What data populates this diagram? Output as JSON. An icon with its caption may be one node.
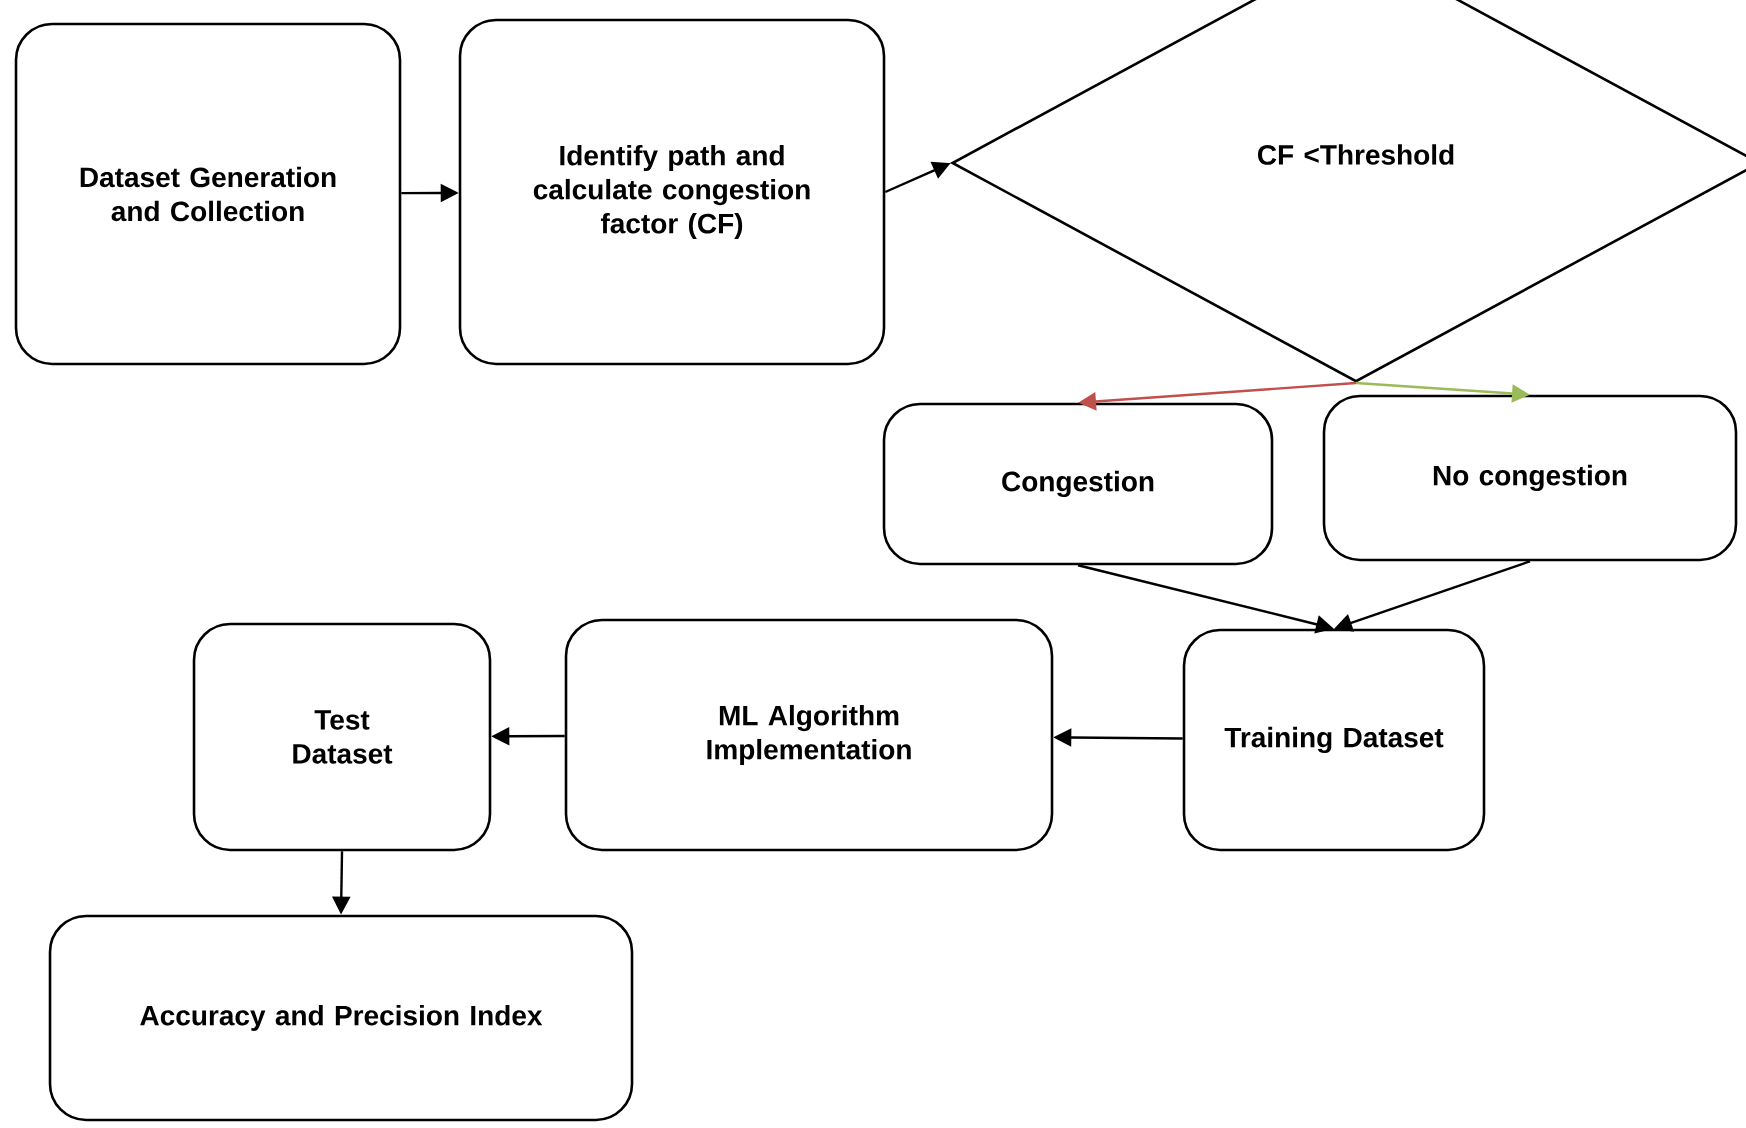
{
  "diagram": {
    "nodes": [
      {
        "text": [
          "Dataset Generation and Collection"
        ]
      },
      {
        "text": [
          "Identify path and calculate congestion factor (CF)"
        ]
      },
      {
        "text": [
          "CF <Threshold"
        ]
      },
      {
        "text": [
          "Congestion"
        ]
      },
      {
        "text": [
          "No congestion"
        ]
      },
      {
        "text": [
          "Training Dataset"
        ]
      },
      {
        "text": [
          "ML Algorithm Implementation"
        ]
      },
      {
        "text": [
          "Test Dataset"
        ]
      },
      {
        "text": [
          "Accuracy and Precision Index"
        ]
      }
    ],
    "edges": [
      {
        "from": 0,
        "to": 1,
        "arrow": "to"
      },
      {
        "from": 1,
        "to": 2,
        "arrow": "to"
      },
      {
        "from": 2,
        "to": 3,
        "arrow": "to",
        "color": "#c0504d"
      },
      {
        "from": 2,
        "to": 4,
        "arrow": "to",
        "color": "#9bbb59"
      },
      {
        "from": 3,
        "to": 5,
        "arrow": "to"
      },
      {
        "from": 4,
        "to": 5,
        "arrow": "to"
      },
      {
        "from": 5,
        "to": 6,
        "arrow": "to"
      },
      {
        "from": 6,
        "to": 7,
        "arrow": "to"
      },
      {
        "from": 7,
        "to": 8,
        "arrow": "to"
      }
    ]
  }
}
